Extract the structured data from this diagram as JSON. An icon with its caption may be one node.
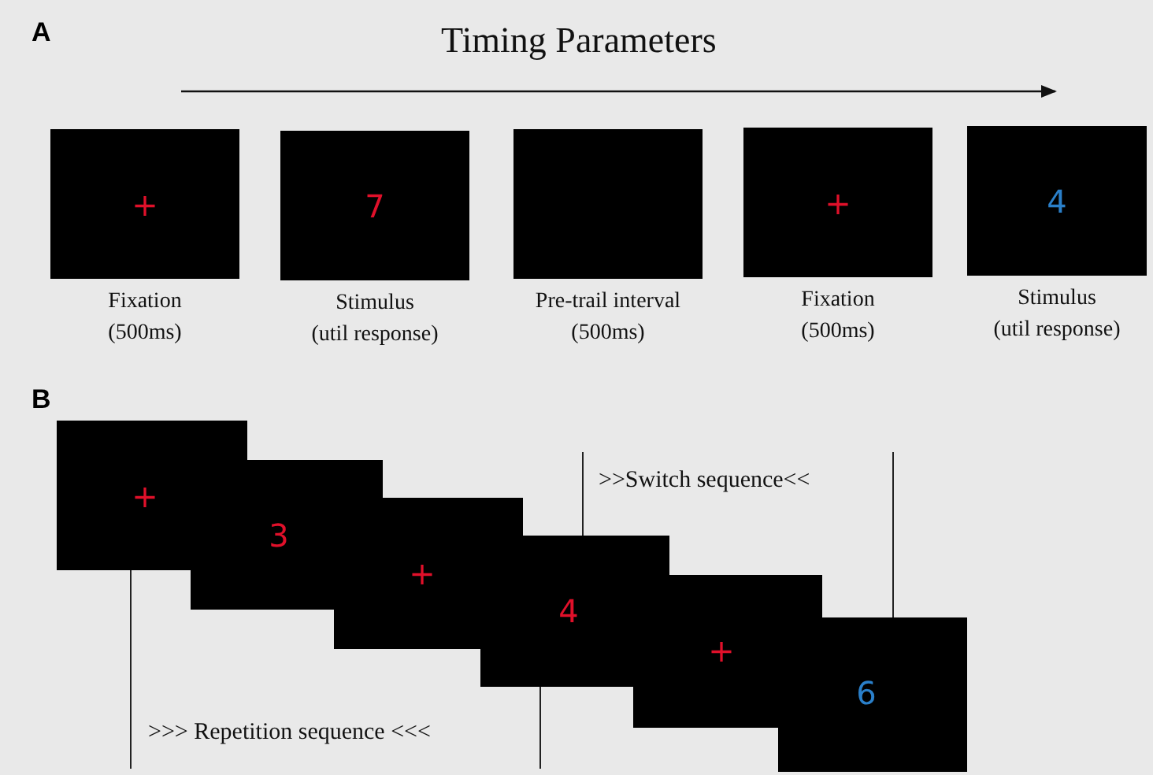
{
  "diagram": {
    "nodes": [
      {
        "text": [
          "+"
        ],
        "beside": [
          "Fixation",
          "(500ms)"
        ]
      },
      {
        "text": [
          "7"
        ],
        "beside": [
          "Stimulus",
          "(util response)"
        ]
      },
      {
        "text": [],
        "shape": "box",
        "beside": [
          "Pre-trail interval",
          "(500ms)"
        ]
      },
      {
        "text": [
          "+"
        ],
        "beside": [
          "Fixation",
          "(500ms)"
        ]
      },
      {
        "text": [
          "4"
        ],
        "beside": [
          "Stimulus",
          "(util response)"
        ]
      },
      {
        "text": [
          "+"
        ]
      },
      {
        "text": [
          "3"
        ]
      },
      {
        "text": [
          "+"
        ]
      },
      {
        "text": [
          "4"
        ]
      },
      {
        "text": [
          "+"
        ]
      },
      {
        "text": [
          "6"
        ]
      }
    ],
    "labels": [
      "A",
      "Timing Parameters",
      "B",
      ">>Switch sequence<<",
      ">>> Repetition sequence <<<"
    ]
  }
}
